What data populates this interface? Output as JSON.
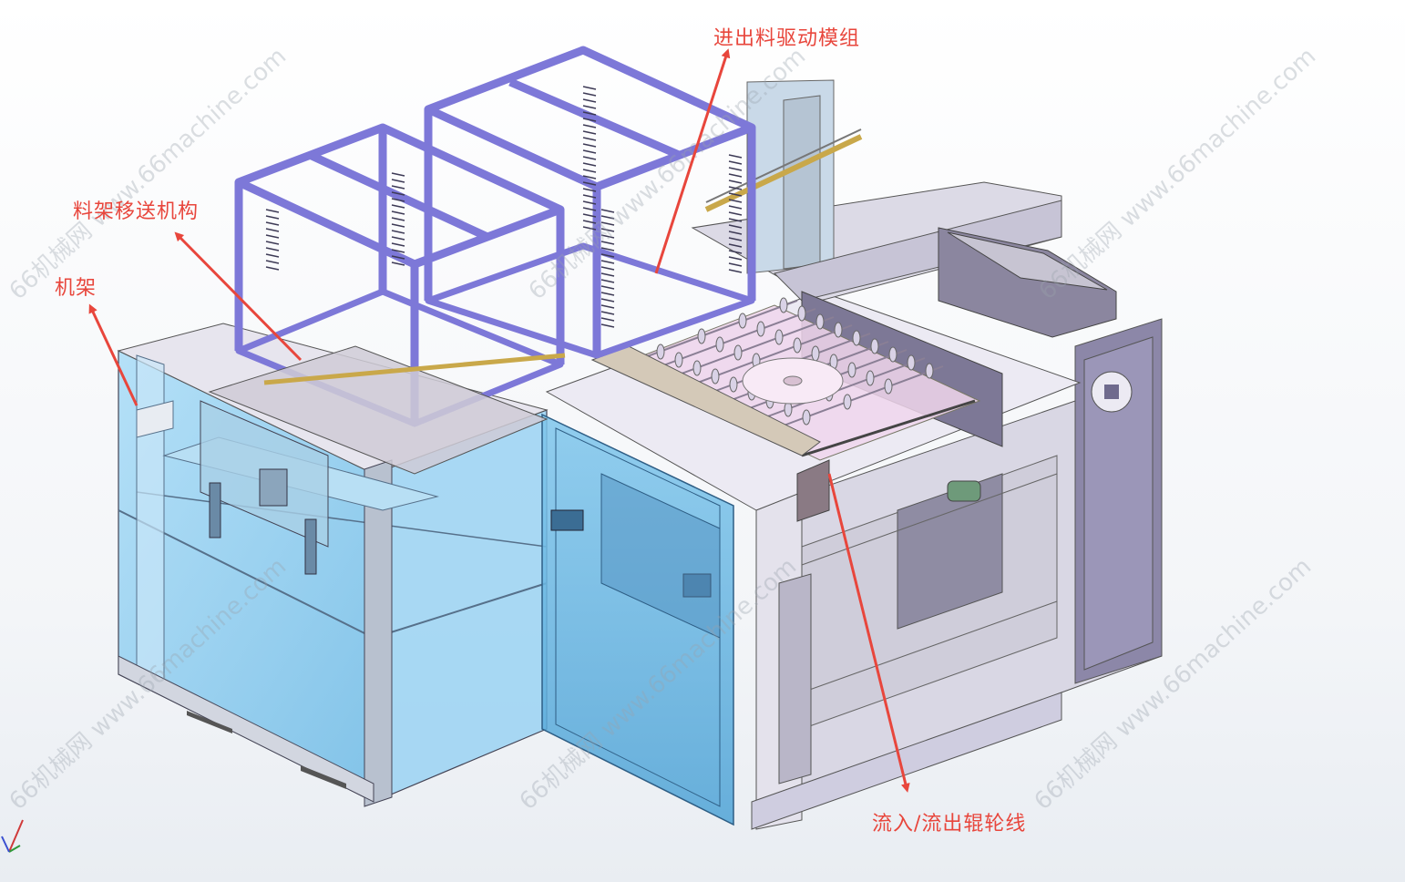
{
  "labels": {
    "feed_drive": "进出料驱动模组",
    "rack_transfer": "料架移送机构",
    "frame": "机架",
    "roller_line": "流入/流出辊轮线"
  },
  "watermark": {
    "text": "66机械网 www.66machine.com"
  },
  "colors": {
    "annotation": "#e8463c",
    "rack": "#7d78d8",
    "glass": "#8fd0f5",
    "frame": "#8f8aa8",
    "plate": "#e4e2ec"
  }
}
